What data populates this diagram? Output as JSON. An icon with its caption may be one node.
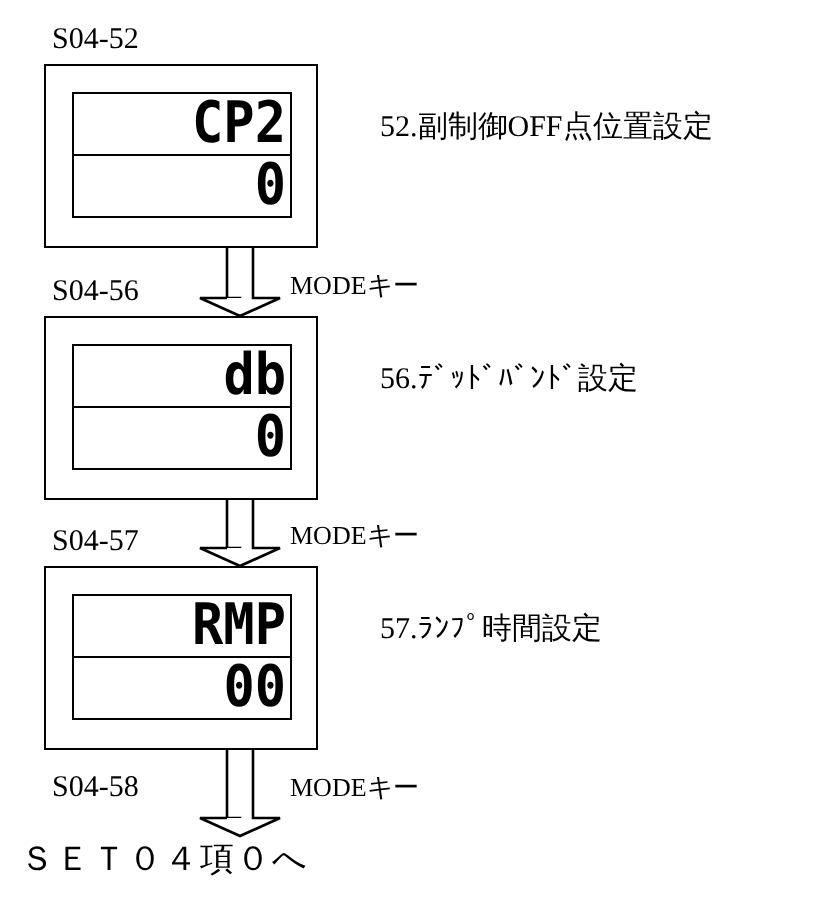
{
  "diagram": {
    "nodes": [
      {
        "text": [
          "CP2",
          "0"
        ],
        "beside": [
          "S04-52",
          "52.副制御OFF点位置設定"
        ]
      },
      {
        "text": [
          "db",
          "0"
        ],
        "beside": [
          "S04-56",
          "56.ﾃﾞｯﾄﾞﾊﾞﾝﾄﾞ設定"
        ]
      },
      {
        "text": [
          "RMP",
          "00"
        ],
        "beside": [
          "S04-57",
          "57.ﾗﾝﾌﾟ時間設定"
        ]
      },
      {
        "text": [
          "ＳＥＴ０４項０へ"
        ]
      }
    ],
    "edges": [
      {
        "from": 0,
        "to": 1,
        "arrow": "to",
        "label": "MODEキー"
      },
      {
        "from": 1,
        "to": 2,
        "arrow": "to",
        "label": "MODEキー"
      },
      {
        "from": 2,
        "to": 3,
        "arrow": "to",
        "label": "MODEキー"
      }
    ],
    "labels": [
      "S04-58"
    ]
  }
}
